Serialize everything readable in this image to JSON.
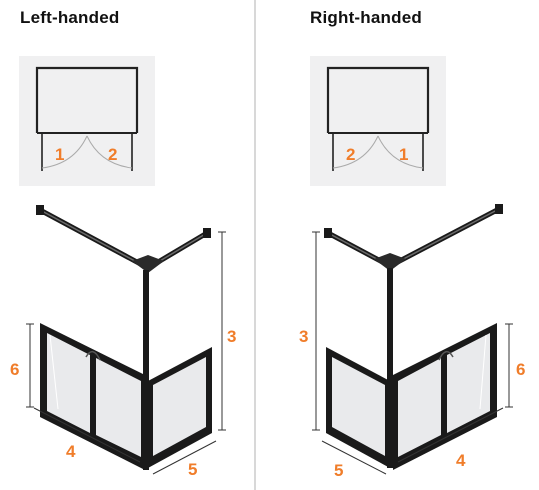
{
  "panels": [
    {
      "id": "left",
      "title": "Left-handed",
      "plan_doors": [
        "1",
        "2"
      ],
      "dimensions": {
        "height": "3",
        "width": "4",
        "depth": "5",
        "panel_height": "6"
      }
    },
    {
      "id": "right",
      "title": "Right-handed",
      "plan_doors": [
        "2",
        "1"
      ],
      "dimensions": {
        "height": "3",
        "width": "4",
        "depth": "5",
        "panel_height": "6"
      }
    }
  ],
  "colors": {
    "accent": "#f07d2a",
    "frame": "#1a1a1a",
    "glass": "#e9eaec",
    "plan_bg": "#f0f0f1",
    "divider": "#d8d8d8"
  }
}
